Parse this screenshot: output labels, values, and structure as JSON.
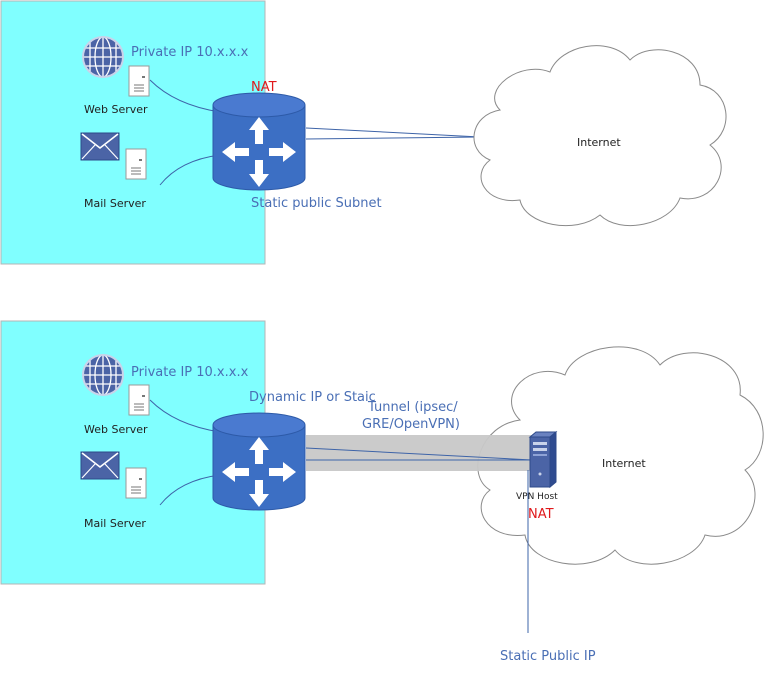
{
  "diagram1": {
    "private_ip": "Private IP 10.x.x.x",
    "nat": "NAT",
    "web_server": "Web Server",
    "mail_server": "Mail Server",
    "internet": "Internet",
    "subnet": "Static public Subnet"
  },
  "diagram2": {
    "private_ip": "Private IP 10.x.x.x",
    "dynamic_ip": "Dynamic IP or Staic",
    "tunnel_line1": "Tunnel (ipsec/",
    "tunnel_line2": "GRE/OpenVPN)",
    "web_server": "Web Server",
    "mail_server": "Mail Server",
    "internet": "Internet",
    "vpn_host": "VPN Host",
    "nat": "NAT",
    "static_public_ip": "Static Public IP"
  },
  "colors": {
    "lan_fill": "#80ffff",
    "router_fill": "#3c6fc4",
    "line": "#3e64a8",
    "nat_text": "#e0191c",
    "label_blue": "#4a6fb5",
    "tunnel": "#c8c8c8"
  }
}
